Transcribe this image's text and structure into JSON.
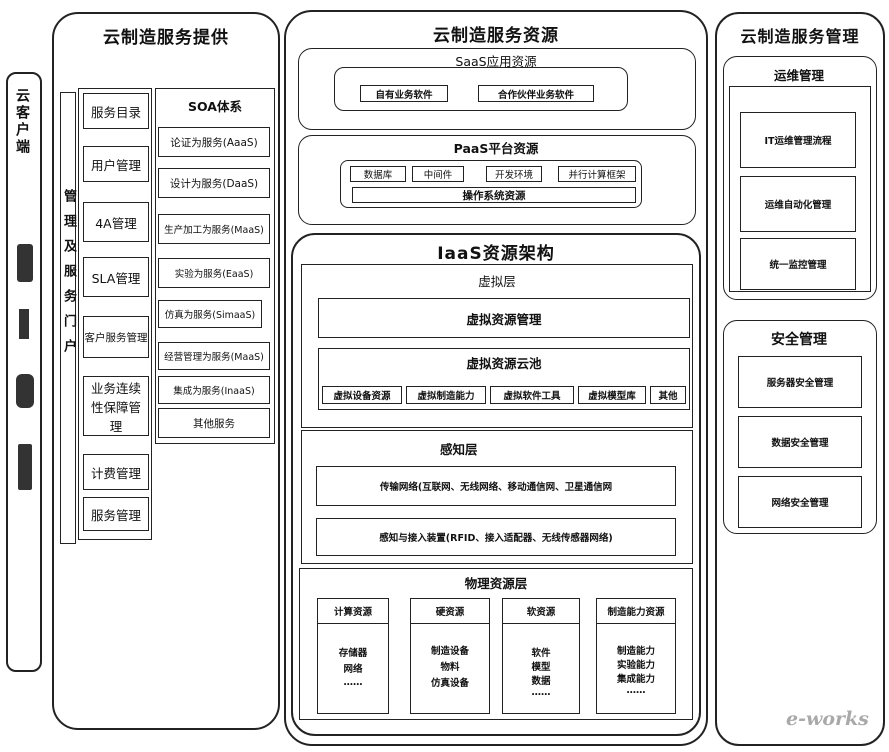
{
  "left_strip": {
    "label": "云客户端"
  },
  "provide": {
    "title": "云制造服务提供",
    "portal_label": "管理及服务门户",
    "mgmt_items": [
      "服务目录",
      "用户管理",
      "4A管理",
      "SLA管理",
      "客户服务管理",
      "业务连续性保障管理",
      "计费管理",
      "服务管理"
    ],
    "soa_title": "SOA体系",
    "soa_items": [
      "论证为服务(AaaS)",
      "设计为服务(DaaS)",
      "生产加工为服务(MaaS)",
      "实验为服务(EaaS)",
      "仿真为服务(SimaaS)",
      "经营管理为服务(MaaS)",
      "集成为服务(InaaS)",
      "其他服务"
    ]
  },
  "resources": {
    "title": "云制造服务资源",
    "saas": {
      "title": "SaaS应用资源",
      "items": [
        "自有业务软件",
        "合作伙伴业务软件"
      ]
    },
    "paas": {
      "title": "PaaS平台资源",
      "items": [
        "数据库",
        "中间件",
        "开发环境",
        "并行计算框架"
      ],
      "os": "操作系统资源"
    },
    "iaas": {
      "title": "IaaS资源架构",
      "virtual": {
        "title": "虚拟层",
        "mgmt": "虚拟资源管理",
        "pool_title": "虚拟资源云池",
        "pool_items": [
          "虚拟设备资源",
          "虚拟制造能力",
          "虚拟软件工具",
          "虚拟模型库",
          "其他"
        ]
      },
      "sensing": {
        "title": "感知层",
        "items": [
          "传输网络(互联网、无线网络、移动通信网、卫星通信网",
          "感知与接入装置(RFID、接入适配器、无线传感器网络)"
        ]
      },
      "physical": {
        "title": "物理资源层",
        "columns": [
          {
            "title": "计算资源",
            "lines": [
              "存储器",
              "网络",
              "……"
            ]
          },
          {
            "title": "硬资源",
            "lines": [
              "制造设备",
              "物料",
              "仿真设备"
            ]
          },
          {
            "title": "软资源",
            "lines": [
              "软件",
              "模型",
              "数据",
              "……"
            ]
          },
          {
            "title": "制造能力资源",
            "lines": [
              "制造能力",
              "实验能力",
              "集成能力",
              "……"
            ]
          }
        ]
      }
    }
  },
  "management": {
    "title": "云制造服务管理",
    "ops": {
      "title": "运维管理",
      "items": [
        "IT运维管理流程",
        "运维自动化管理",
        "统一监控管理"
      ]
    },
    "security": {
      "title": "安全管理",
      "items": [
        "服务器安全管理",
        "数据安全管理",
        "网络安全管理"
      ]
    }
  },
  "watermark": "e-works"
}
